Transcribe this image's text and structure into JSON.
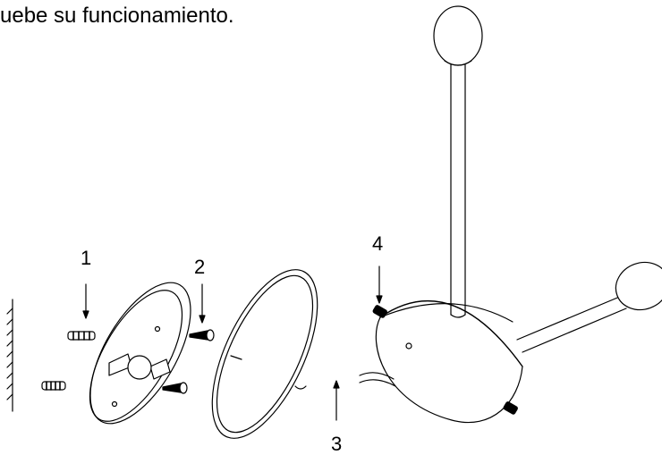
{
  "text": {
    "instruction": "uebe su funcionamiento."
  },
  "callouts": [
    {
      "label": "1"
    },
    {
      "label": "2"
    },
    {
      "label": "3"
    },
    {
      "label": "4"
    }
  ]
}
